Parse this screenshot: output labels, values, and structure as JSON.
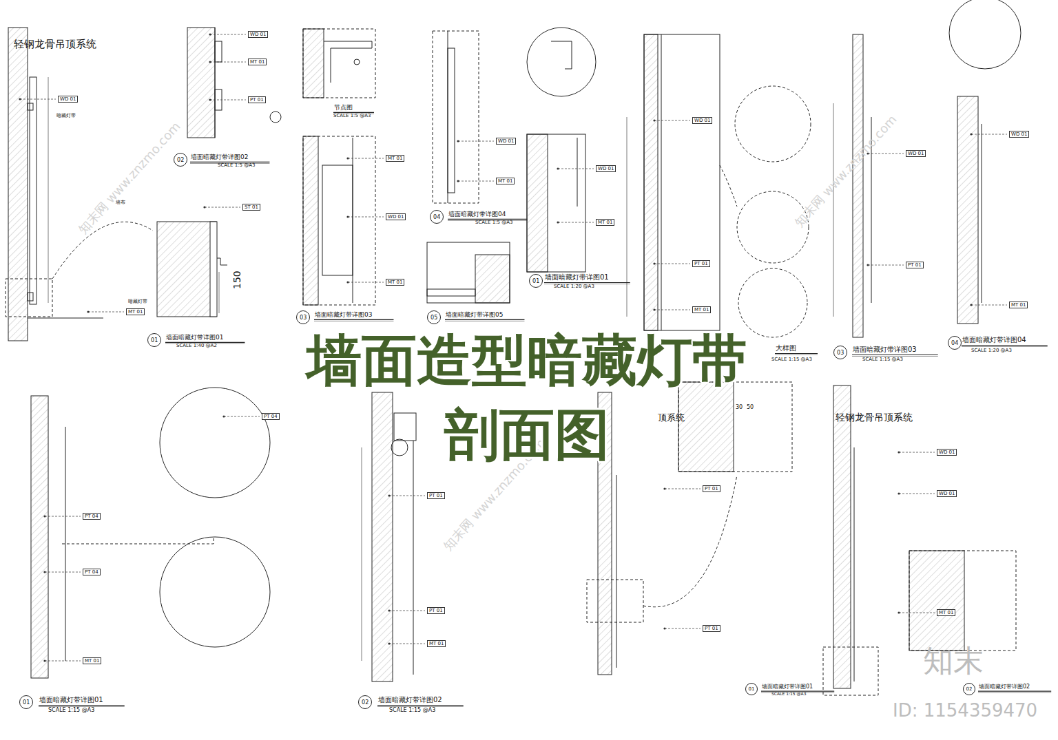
{
  "diagram": {
    "title": "墙面造型暗藏灯带 剖面图",
    "labels": [
      "轻钢龙骨吊顶系统",
      "暗藏灯带",
      "墙布",
      "暗藏灯带",
      "01",
      "墙面暗藏灯带详图01",
      "SCALE 1:40 @A2",
      "02",
      "墙面暗藏灯带详图02",
      "SCALE 1:5 @A3",
      "节点图",
      "SCALE 1:5 @A3",
      "04",
      "墙面暗藏灯带详图04",
      "SCALE 1:5 @A3",
      "150",
      "03",
      "墙面暗藏灯带详图03",
      "05",
      "墙面暗藏灯带详图05",
      "01",
      "墙面暗藏灯带详图01",
      "SCALE 1:20 @A3",
      "大样图",
      "SCALE 1:15 @A3",
      "03",
      "墙面暗藏灯带详图03",
      "SCALE 1:15 @A3",
      "04",
      "墙面暗藏灯带详图04",
      "SCALE 1:20 @A3",
      "01",
      "墙面暗藏灯带详图01",
      "SCALE 1:15 @A3",
      "02",
      "墙面暗藏灯带详图02",
      "SCALE 1:15 @A3",
      "顶系统",
      "01",
      "墙面暗藏灯带详图01",
      "SCALE 1:15 @A3",
      "轻钢龙骨吊顶系统",
      "02",
      "墙面暗藏灯带详图02",
      "30",
      "50",
      "知末",
      "ID: 1154359470",
      "知末网 www.znzmo.com",
      "知末网 www.znzmo.com",
      "知末网 www.znzmo.com",
      "WD 01",
      "MT 01",
      "ST 01",
      "WD 01",
      "MT 01",
      "PT 01",
      "MT 01",
      "WD 01",
      "MT 01",
      "WD 01",
      "MT 01",
      "WD 01",
      "MT 01",
      "WD 01",
      "PT 01",
      "MT 01",
      "WD 01",
      "PT 01",
      "WD 01",
      "MT 01",
      "PT 04",
      "PT 04",
      "MT 01",
      "PT 01",
      "PT 01",
      "MT 01",
      "PT 01",
      "PT 01",
      "WD 01",
      "WD 01",
      "MT 01",
      "PT 04"
    ]
  }
}
